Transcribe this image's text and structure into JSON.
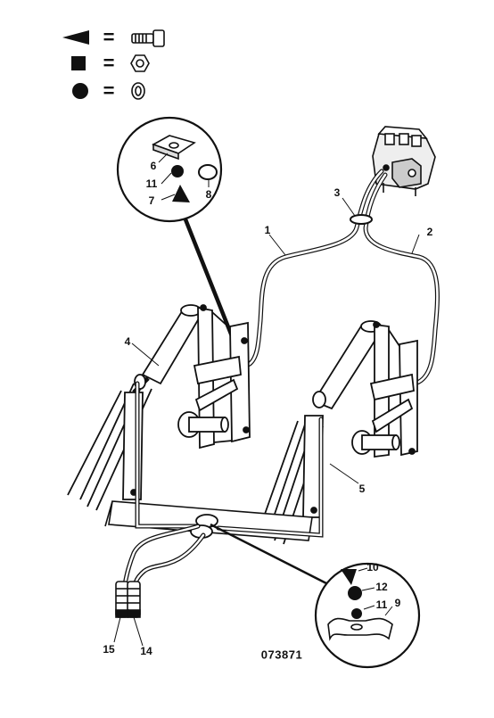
{
  "legend": {
    "items": [
      {
        "symbol": "triangle",
        "equals": "=",
        "hardware": "bolt-icon"
      },
      {
        "symbol": "square",
        "equals": "=",
        "hardware": "nut-icon"
      },
      {
        "symbol": "circle",
        "equals": "=",
        "hardware": "washer-icon"
      }
    ]
  },
  "callouts": {
    "c1": "1",
    "c2": "2",
    "c3": "3",
    "c4": "4",
    "c5": "5",
    "c6": "6",
    "c7": "7",
    "c8": "8",
    "c9": "9",
    "c10": "10",
    "c11a": "11",
    "c11b": "11",
    "c12": "12",
    "c13": "15",
    "c14": "14"
  },
  "drawing_number": "073871",
  "colors": {
    "ink": "#111111",
    "paper": "#ffffff",
    "metal": "#e6e6e6"
  }
}
